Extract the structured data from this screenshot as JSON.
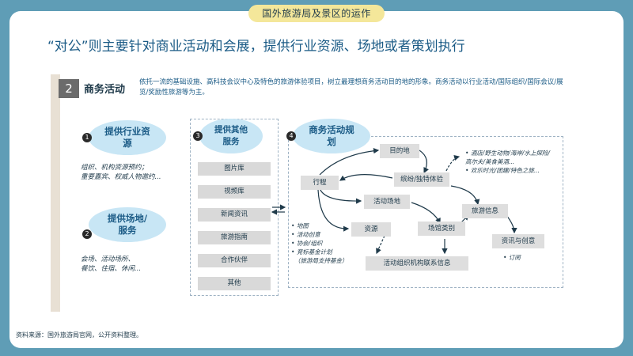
{
  "header": {
    "tab_label": "国外旅游局及景区的运作"
  },
  "headline": "“对公”则主要针对商业活动和会展，提供行业资源、场地或者策划执行",
  "section": {
    "number": "2",
    "title": "商务活动",
    "desc": "依托一流的基础设施、高科技会议中心及特色的旅游体验项目，树立最理想商务活动目的地的形象。商务活动以行业活动/国际组织/国际会议/展览/奖励性旅游等为主。"
  },
  "block1": {
    "badge": "1",
    "title": "提供行业资源",
    "note_l1": "组织、机构资源预约；",
    "note_l2": "重要嘉宾、权威人物邀约..."
  },
  "block2": {
    "badge": "2",
    "title": "提供场地/服务",
    "note_l1": "会场、活动场所、",
    "note_l2": "餐饮、住宿、休闲..."
  },
  "block3": {
    "badge": "3",
    "title": "提供其他服务",
    "items": [
      "图片库",
      "视频库",
      "新闻资讯",
      "旅游指南",
      "合作伙伴",
      "其他"
    ]
  },
  "block4": {
    "badge": "4",
    "title": "商务活动规划",
    "nodes": {
      "destination": "目的地",
      "itinerary": "行程",
      "experience": "缤纷/独特体验",
      "venue": "活动场地",
      "resources": "资源",
      "hall_type": "场馆类别",
      "travel_info": "旅游信息",
      "info_creative": "资讯与创意",
      "org_contact": "活动组织机构联系信息"
    },
    "bullets_right": [
      "酒店/野生动物/海岸/水上探险/高尔夫/美食美酒...",
      "欢乐时光/团建/特色之旅..."
    ],
    "bullets_left": [
      "地图",
      "活动创意",
      "协会/组织",
      "竞标基金计划",
      "（旅游局支持基金）"
    ],
    "bullet_info": "订阅"
  },
  "source": "资料来源：国外旅游局官网，公开资料整理。"
}
